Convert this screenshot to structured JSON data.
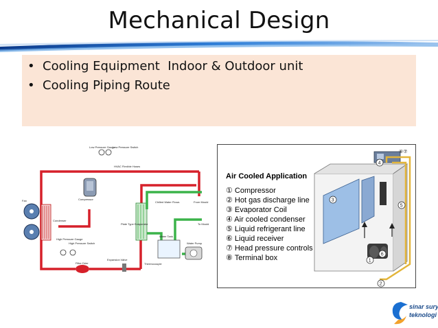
{
  "slide": {
    "title": "Mechanical Design",
    "bullets": [
      "Cooling Equipment  Indoor & Outdoor unit",
      "Cooling Piping Route"
    ]
  },
  "left_diagram": {
    "labels": {
      "fan": "Fan",
      "condenser": "Condenser",
      "compressor": "Compressor",
      "hvac_flexible_hoses": "HVAC Flexible Hoses",
      "low_pressure_gauge": "Low Pressure Gauge",
      "low_pressure_switch": "Low Pressure Switch",
      "high_pressure_gauge": "High Pressure Gauge",
      "high_pressure_switch": "High Pressure Switch",
      "filter_drier": "Filter Drier",
      "expansion_valve": "Expansion Valve",
      "plate_type_evaporator": "Plate Type Evaporator",
      "chilled_water_flows": "Chilled Water Flows",
      "from_mould": "From Mould",
      "to_mould": "To Mould",
      "water_tank": "Water Tank",
      "water_pump": "Water Pump",
      "thermocouple": "Thermocouple"
    },
    "colors": {
      "refrigerant": "#d6202a",
      "water": "#3bb34a"
    }
  },
  "right_diagram": {
    "title": "Air Cooled Application",
    "legend": [
      "① Compressor",
      "② Hot gas discharge line",
      "③ Evaporator Coil",
      "④ Air cooled condenser",
      "⑤ Liquid refrigerant line",
      "⑥ Liquid receiver",
      "⑦ Head pressure controls",
      "⑧ Terminal box"
    ],
    "callouts": {
      "c1": "1",
      "c2": "2",
      "c3": "3",
      "c4": "4",
      "c5": "5",
      "c6": "6",
      "c67": "⑥⑦"
    }
  },
  "logo": {
    "line1": "sinar surya",
    "line2": "teknologi"
  }
}
